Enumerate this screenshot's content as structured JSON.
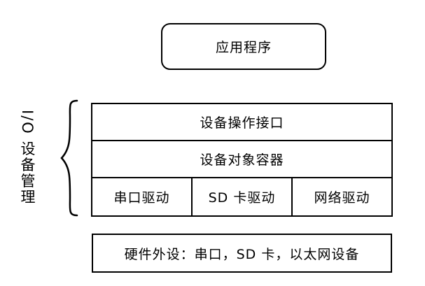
{
  "diagram": {
    "app_box_label": "应用程序",
    "side_label": "I/O 设备管理",
    "stack_rows": {
      "row1": "设备操作接口",
      "row2": "设备对象容器",
      "row3": [
        "串口驱动",
        "SD 卡驱动",
        "网络驱动"
      ]
    },
    "hardware_box_label": "硬件外设：串口，SD 卡，以太网设备",
    "colors": {
      "line": "#000000",
      "background": "#ffffff",
      "text": "#000000"
    }
  }
}
